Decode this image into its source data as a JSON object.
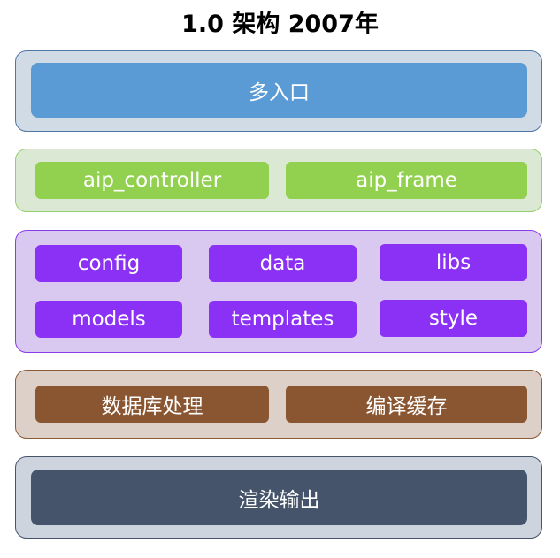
{
  "title": "1.0 架构 2007年",
  "layers": {
    "entry": {
      "label": "多入口"
    },
    "framework": {
      "items": [
        "aip_controller",
        "aip_frame"
      ]
    },
    "modules": {
      "items": [
        "config",
        "data",
        "libs",
        "models",
        "templates",
        "style"
      ]
    },
    "processing": {
      "items": [
        "数据库处理",
        "编译缓存"
      ]
    },
    "output": {
      "label": "渲染输出"
    }
  },
  "colors": {
    "entry": "#5b9bd5",
    "framework": "#92d04f",
    "modules": "#8b30f5",
    "processing": "#8a5631",
    "output": "#45546b"
  }
}
